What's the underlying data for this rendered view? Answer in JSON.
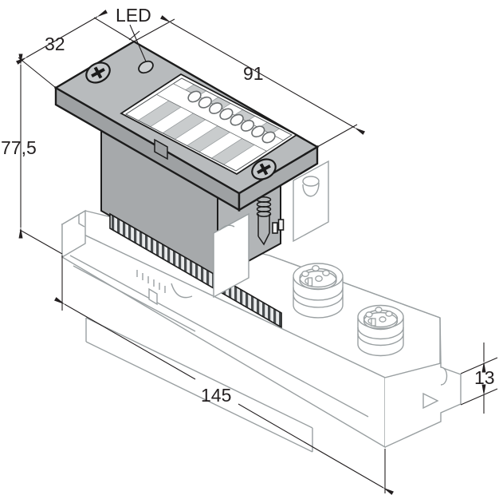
{
  "drawing_type": "dimensional-drawing",
  "labels": {
    "led": "LED",
    "dim_depth_top": "32",
    "dim_width_top": "91",
    "dim_height_left": "77,5",
    "dim_length_bottom": "145",
    "dim_foot_right": "13"
  },
  "counts": {
    "leds": 8,
    "label_slots": 9,
    "connectors": 2,
    "screws": 2
  },
  "colors": {
    "line_dark": "#231f20",
    "line_light": "#9aa0a2",
    "module_top": "#b8bbbd",
    "module_front_left": "#9ea1a3",
    "module_front_right": "#a9acae",
    "body_front_left": "#a6a9ab",
    "body_right": "#b2b5b7",
    "label_band": "#c9cccd",
    "screw_fill": "#c5c8ca"
  }
}
